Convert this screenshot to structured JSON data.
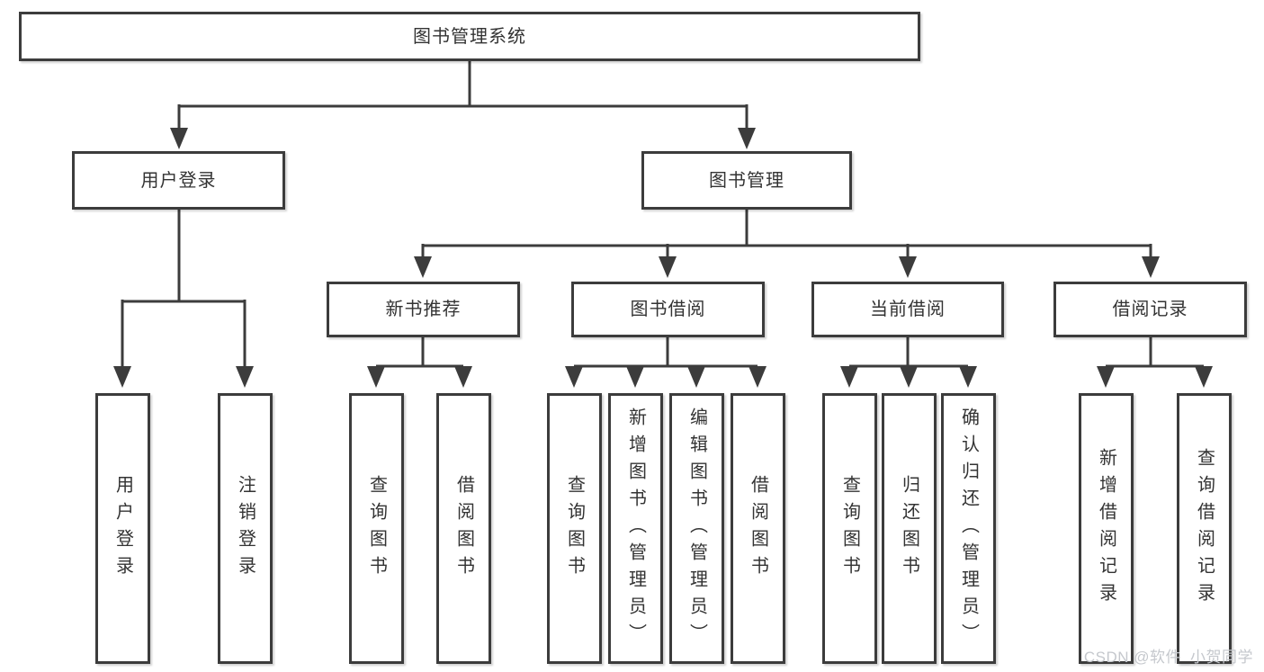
{
  "diagram": {
    "root": "图书管理系统",
    "branches": [
      {
        "label": "用户登录",
        "children": [
          "用户登录",
          "注销登录"
        ]
      },
      {
        "label": "图书管理",
        "groups": [
          {
            "label": "新书推荐",
            "children": [
              "查询图书",
              "借阅图书"
            ]
          },
          {
            "label": "图书借阅",
            "children": [
              "查询图书",
              "新增图书（管理员）",
              "编辑图书（管理员）",
              "借阅图书"
            ]
          },
          {
            "label": "当前借阅",
            "children": [
              "查询图书",
              "归还图书",
              "确认归还（管理员）"
            ]
          },
          {
            "label": "借阅记录",
            "children": [
              "新增借阅记录",
              "查询借阅记录"
            ]
          }
        ]
      }
    ]
  },
  "watermark": "CSDN @软件_小贺同学",
  "colors": {
    "line": "#3c3c3c",
    "text": "#333333",
    "watermark": "#c5c8cd"
  }
}
